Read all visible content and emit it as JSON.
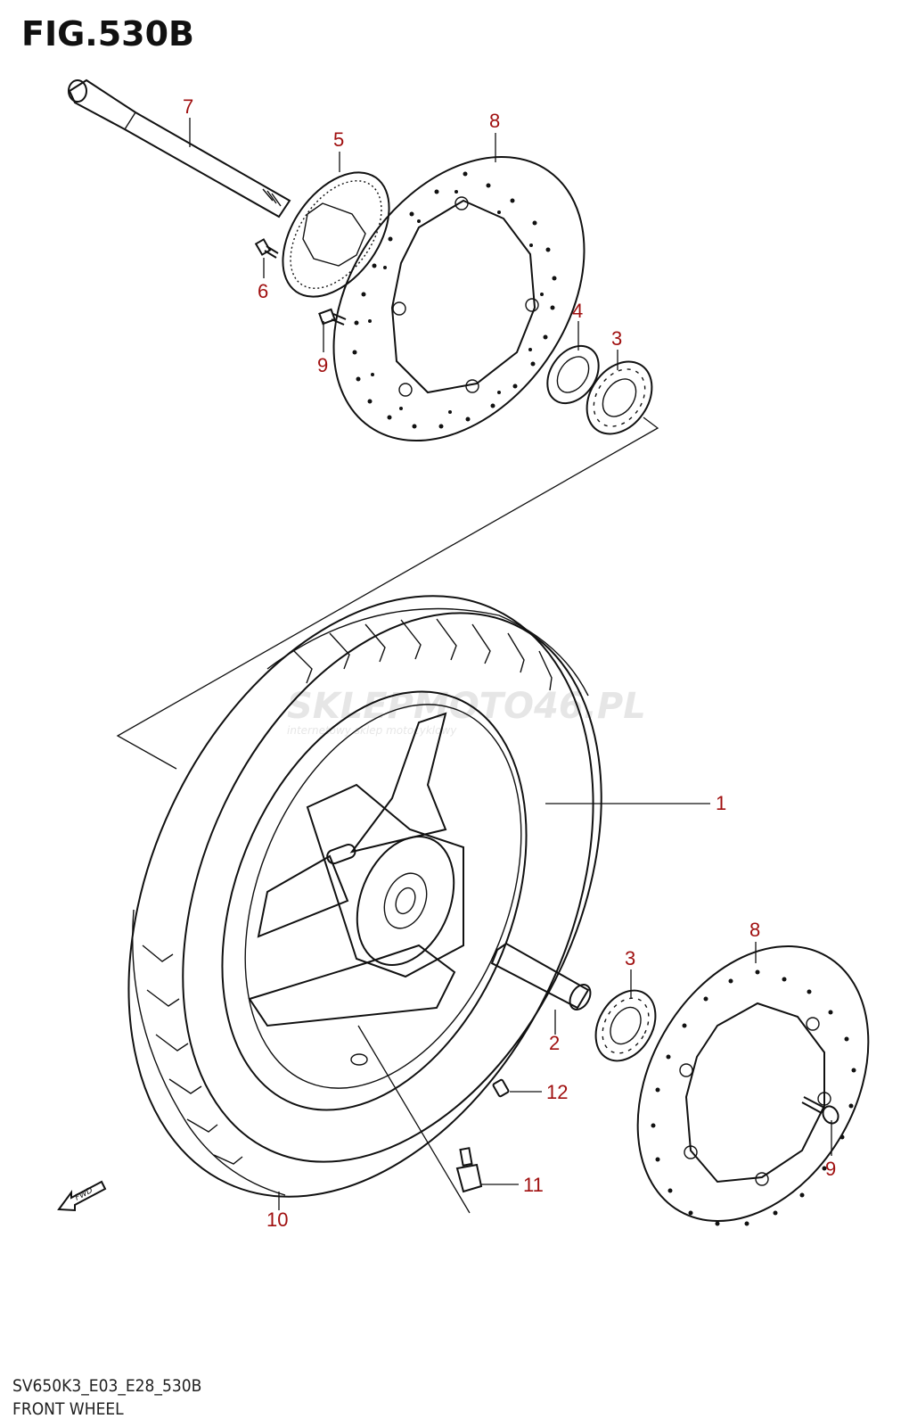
{
  "figure": {
    "title": "FIG.530B",
    "model_code": "SV650K3_E03_E28_530B",
    "caption": "FRONT WHEEL"
  },
  "callouts": [
    {
      "id": "c-7",
      "label": "7"
    },
    {
      "id": "c-5",
      "label": "5"
    },
    {
      "id": "c-8-top",
      "label": "8"
    },
    {
      "id": "c-6",
      "label": "6"
    },
    {
      "id": "c-9-top",
      "label": "9"
    },
    {
      "id": "c-4",
      "label": "4"
    },
    {
      "id": "c-3-top",
      "label": "3"
    },
    {
      "id": "c-1",
      "label": "1"
    },
    {
      "id": "c-8-bottom",
      "label": "8"
    },
    {
      "id": "c-3-bottom",
      "label": "3"
    },
    {
      "id": "c-2",
      "label": "2"
    },
    {
      "id": "c-12",
      "label": "12"
    },
    {
      "id": "c-11",
      "label": "11"
    },
    {
      "id": "c-10",
      "label": "10"
    },
    {
      "id": "c-9-bottom",
      "label": "9"
    }
  ],
  "fwd_arrow": {
    "label": "FWD"
  },
  "watermark": {
    "text": "SKLEPMOTO46.PL",
    "subtext": "internetowy sklep motocyklowy"
  },
  "colors": {
    "callout": "#a01010",
    "ink": "#111111"
  }
}
